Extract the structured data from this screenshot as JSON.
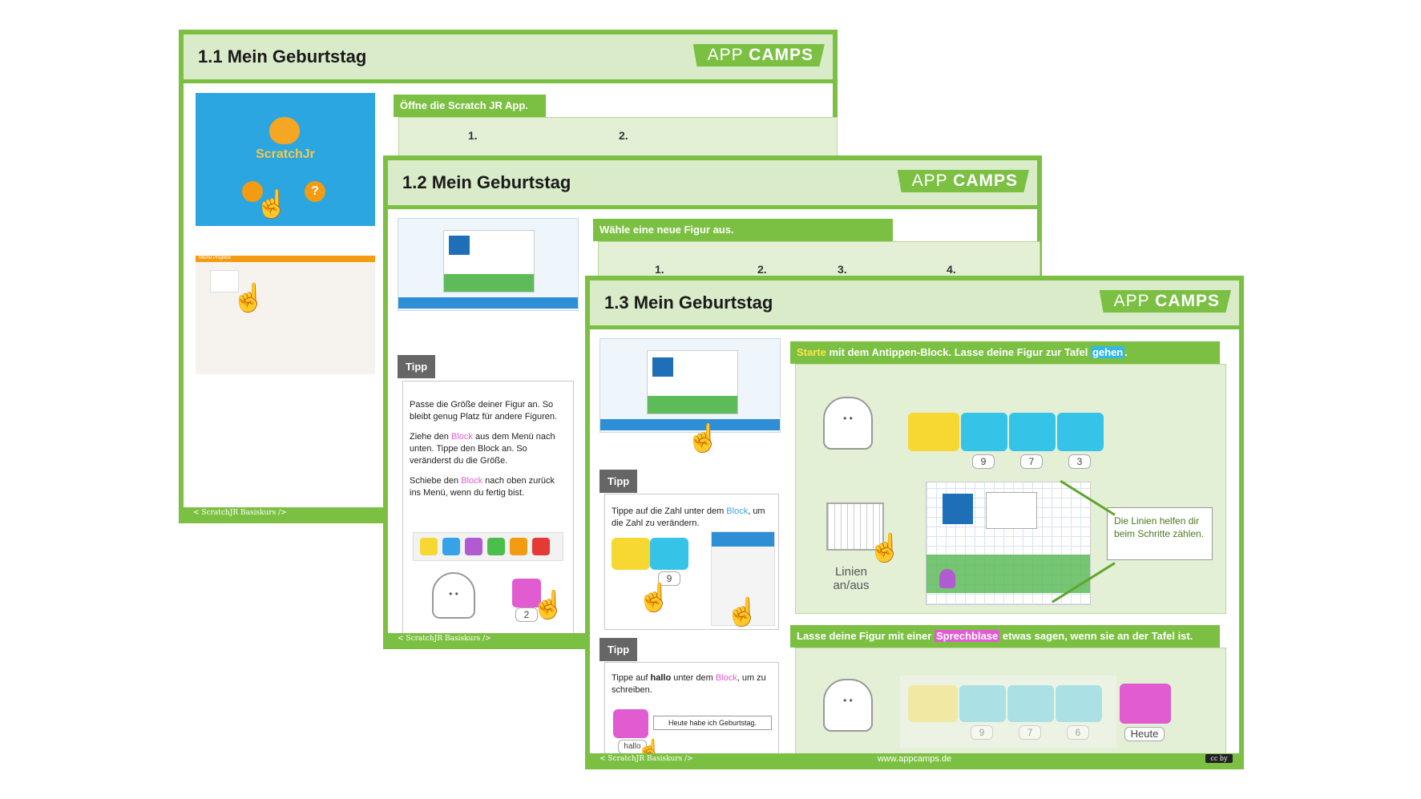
{
  "logo": {
    "light": "APP",
    "bold": "CAMPS"
  },
  "footer_text": "< ScratchJR Basiskurs />",
  "card1": {
    "title": "1.1 Mein Geburtstag",
    "instruction": "Öffne die Scratch JR App.",
    "steps": [
      "1.",
      "2."
    ],
    "app_name": "ScratchJr",
    "project_label": "Meine Projekte"
  },
  "card2": {
    "title": "1.2 Mein Geburtstag",
    "instruction": "Wähle eine neue Figur aus.",
    "steps": [
      "1.",
      "2.",
      "3.",
      "4."
    ],
    "tipp_label": "Tipp",
    "tipp_p1": "Passe die Größe deiner Figur an. So bleibt genug Platz für andere Figuren.",
    "tipp_p2_a": "Ziehe den ",
    "tipp_p2_b": "Block",
    "tipp_p2_c": " aus dem Menü nach unten. Tippe den Block an. So veränderst du die Größe.",
    "tipp_p3_a": "Schiebe den ",
    "tipp_p3_b": "Block",
    "tipp_p3_c": " nach oben zurück ins Menü, wenn du fertig bist.",
    "scale_value": "2"
  },
  "card3": {
    "title": "1.3 Mein Geburtstag",
    "instr1_a": "Starte",
    "instr1_b": " mit dem Antippen-Block. Lasse deine Figur zur Tafel ",
    "instr1_c": "gehen",
    "instr1_d": ".",
    "block_values": [
      "9",
      "7",
      "3"
    ],
    "grid_label": "Linien an/aus",
    "note": "Die Linien helfen dir beim Schritte zählen.",
    "instr2_a": "Lasse deine Figur mit einer ",
    "instr2_b": "Sprechblase",
    "instr2_c": " etwas sagen, wenn sie an der Tafel ist.",
    "block_values_2": [
      "9",
      "7",
      "6"
    ],
    "speech_value": "Heute",
    "tipp1_label": "Tipp",
    "tipp1_a": "Tippe auf die Zahl unter dem ",
    "tipp1_b": "Block",
    "tipp1_c": ", um die Zahl zu verändern.",
    "tipp1_value": "9",
    "tipp2_label": "Tipp",
    "tipp2_a": "Tippe auf ",
    "tipp2_b": "hallo",
    "tipp2_c": " unter dem ",
    "tipp2_d": "Block",
    "tipp2_e": ", um zu schreiben.",
    "tipp2_input": "Heute habe ich Geburtstag.",
    "tipp2_bubble": "hallo",
    "website": "www.appcamps.de",
    "license": "cc by"
  },
  "colors": {
    "brand_green": "#7cc043",
    "header_green": "#d9ebc9",
    "tipp_gray": "#666666",
    "pink": "#e05cd0",
    "blue": "#36c3e8",
    "yellow": "#f7d833"
  }
}
